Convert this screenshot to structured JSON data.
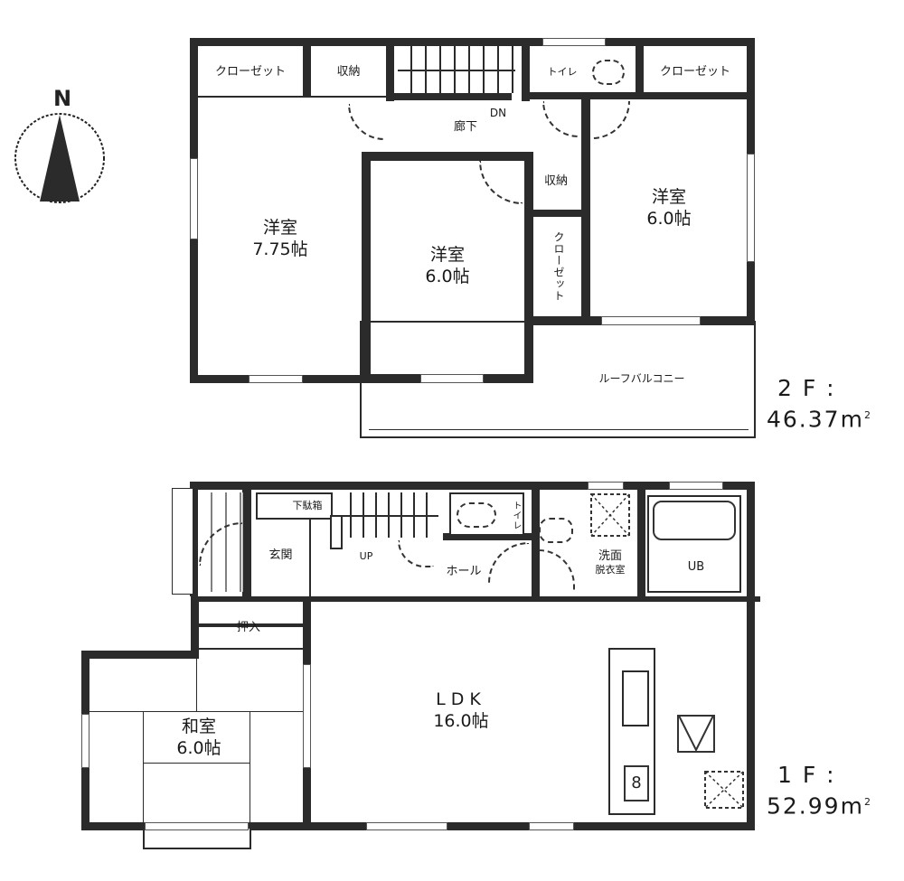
{
  "compass": {
    "label": "N",
    "icon": "north-arrow-icon"
  },
  "floor2": {
    "label": "2 F :",
    "area": "46.37",
    "unit": "m",
    "unit_sup": "2",
    "rooms": {
      "closet_left": "クローゼット",
      "storage_top": "収納",
      "toilet": "トイレ",
      "closet_right": "クローゼット",
      "hallway": "廊下",
      "hallway_dn": "DN",
      "storage_mid": "収納",
      "closet_vertical": "クローゼット",
      "western_left": {
        "name": "洋室",
        "size": "7.75帖"
      },
      "western_center": {
        "name": "洋室",
        "size": "6.0帖"
      },
      "western_right": {
        "name": "洋室",
        "size": "6.0帖"
      },
      "roof_balcony": "ルーフバルコニー"
    }
  },
  "floor1": {
    "label": "1 F :",
    "area": "52.99",
    "unit": "m",
    "unit_sup": "2",
    "rooms": {
      "shoe_box": "下駄箱",
      "entrance": "玄関",
      "up": "UP",
      "hall": "ホール",
      "toilet": "トイレ",
      "washroom": "洗面\n脱衣室",
      "washroom_line1": "洗面",
      "washroom_line2": "脱衣室",
      "unit_bath": "UB",
      "oshiire": "押入",
      "japanese": {
        "name": "和室",
        "size": "6.0帖"
      },
      "ldk": {
        "name": "LDK",
        "size": "16.0帖"
      }
    }
  }
}
